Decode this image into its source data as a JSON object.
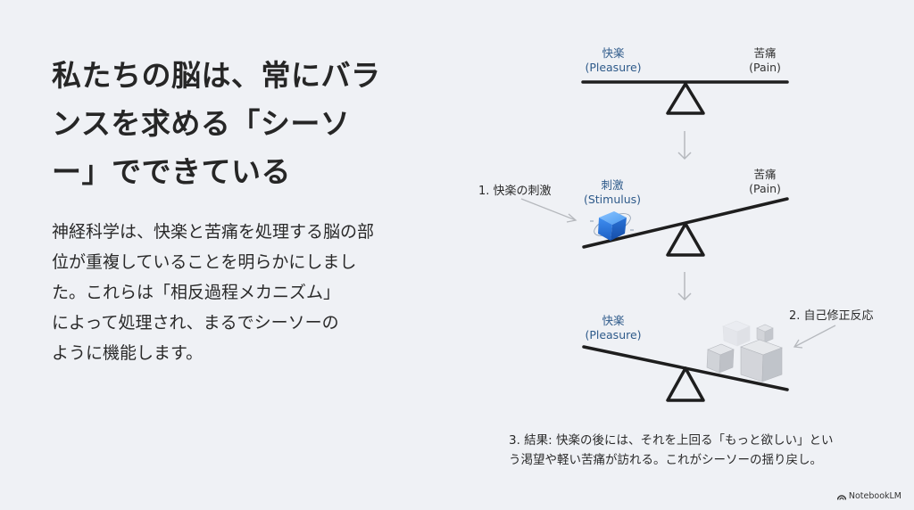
{
  "slide": {
    "title_lines": [
      "私たちの脳は、常にバラ",
      "ンスを求める「シーソ",
      "ー」でできている"
    ],
    "body_lines": [
      "神経科学は、快楽と苦痛を処理する脳の部",
      "位が重複していることを明らかにしまし",
      "た。これらは「相反過程メカニズム」",
      "によって処理され、まるでシーソーの",
      "ように機能します。"
    ]
  },
  "diagram": {
    "seesaw1": {
      "left_label": {
        "jp": "快楽",
        "en": "(Pleasure)"
      },
      "right_label": {
        "jp": "苦痛",
        "en": "(Pain)"
      }
    },
    "seesaw2": {
      "step_label": "1. 快楽の刺激",
      "stimulus_label": {
        "jp": "刺激",
        "en": "(Stimulus)"
      },
      "right_label": {
        "jp": "苦痛",
        "en": "(Pain)"
      }
    },
    "seesaw3": {
      "left_label": {
        "jp": "快楽",
        "en": "(Pleasure)"
      },
      "step_label": "2. 自己修正反応"
    },
    "result_lines": [
      "3. 結果: 快楽の後には、それを上回る「もっと欲しい」とい",
      "う渇望や軽い苦痛が訪れる。これがシーソーの揺り戻し。"
    ],
    "colors": {
      "accent_blue": "#2e5a8a",
      "stimulus_cube": "#2f7de0",
      "line": "#1e1e1e",
      "arrow": "#b5b8bd"
    }
  },
  "footer": {
    "brand": "NotebookLM",
    "brand_icon": "notebooklm-logo-icon"
  }
}
